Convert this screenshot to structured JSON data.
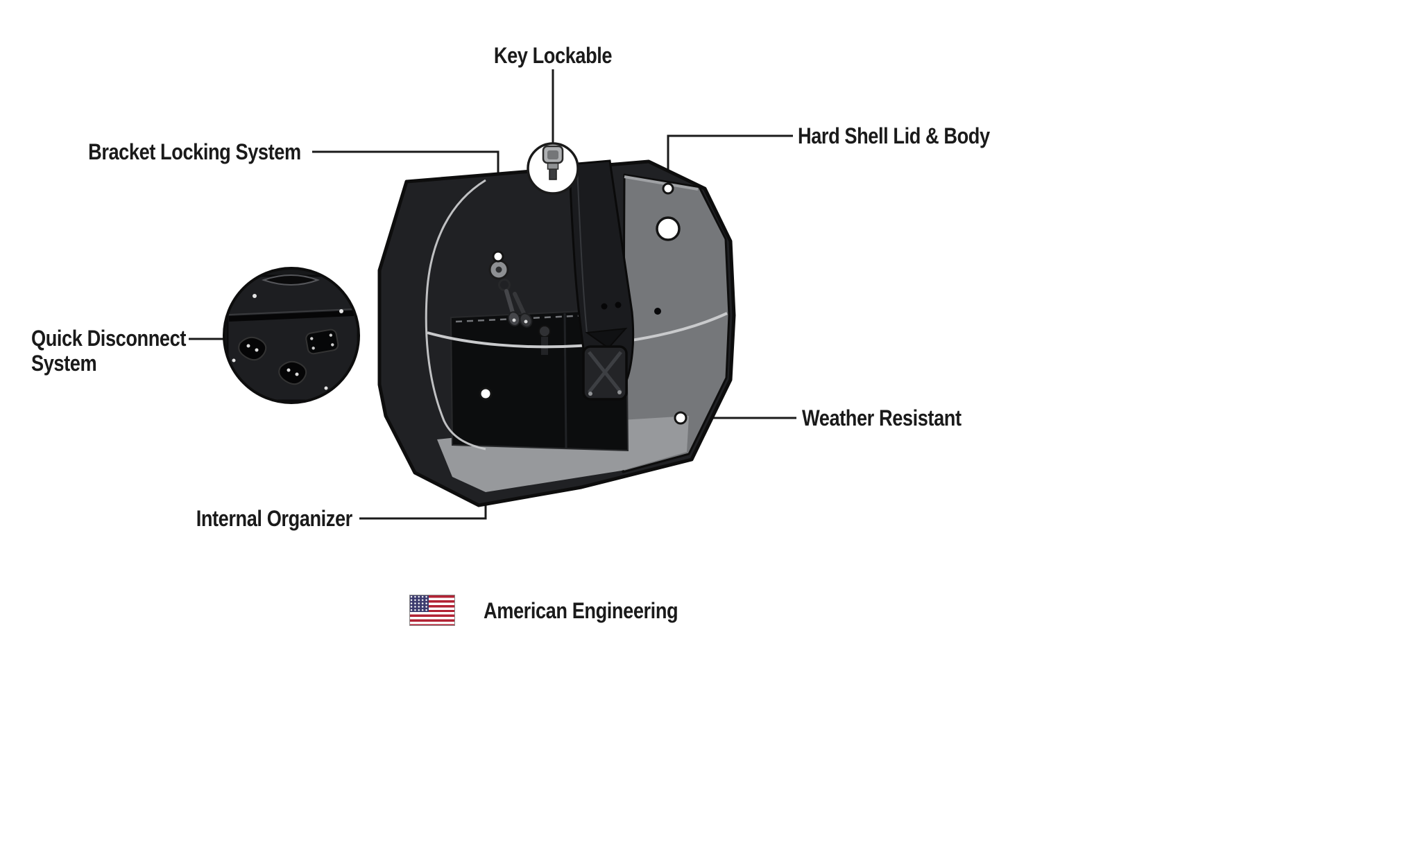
{
  "palette": {
    "background": "#ffffff",
    "ink": "#1a1a1a",
    "case_black": "#202124",
    "lid_gray": "#75777a",
    "floor_gray": "#97999c",
    "seam_light": "#c9cacc",
    "flag_red": "#B22234",
    "flag_blue": "#3C3B6E"
  },
  "callouts": {
    "key_lockable": "Key Lockable",
    "hard_shell": "Hard Shell Lid & Body",
    "bracket_locking": "Bracket Locking System",
    "quick_disconnect": "Quick Disconnect System",
    "weather_resistant": "Weather Resistant",
    "internal_organizer": "Internal Organizer"
  },
  "footer": {
    "label": "American Engineering",
    "flag_icon": "us-flag-icon"
  }
}
